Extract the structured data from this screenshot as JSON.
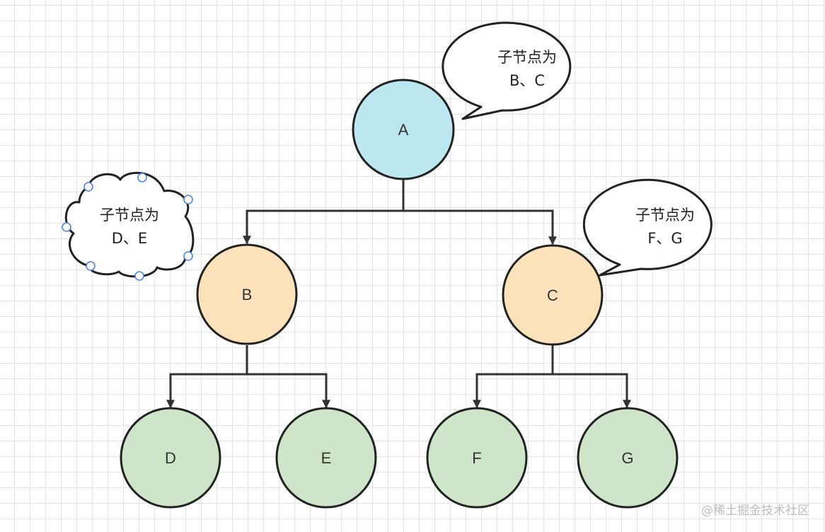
{
  "nodes": {
    "A": {
      "label": "A",
      "color": "#bde7f0"
    },
    "B": {
      "label": "B",
      "color": "#fce2bb"
    },
    "C": {
      "label": "C",
      "color": "#fce2bb"
    },
    "D": {
      "label": "D",
      "color": "#cfe5c9"
    },
    "E": {
      "label": "E",
      "color": "#cfe5c9"
    },
    "F": {
      "label": "F",
      "color": "#cfe5c9"
    },
    "G": {
      "label": "G",
      "color": "#cfe5c9"
    }
  },
  "edges": [
    {
      "from": "A",
      "to": [
        "B",
        "C"
      ]
    },
    {
      "from": "B",
      "to": [
        "D",
        "E"
      ]
    },
    {
      "from": "C",
      "to": [
        "F",
        "G"
      ]
    }
  ],
  "callouts": {
    "a": {
      "line1": "子节点为",
      "line2": "B、C",
      "shape": "speech-bubble"
    },
    "b": {
      "line1": "子节点为",
      "line2": "D、E",
      "shape": "cloud",
      "selected": true
    },
    "c": {
      "line1": "子节点为",
      "line2": "F、G",
      "shape": "speech-bubble"
    }
  },
  "watermark": "@稀土掘金技术社区",
  "colors": {
    "stroke": "#333333",
    "selection_handle": "#4a86e8"
  }
}
